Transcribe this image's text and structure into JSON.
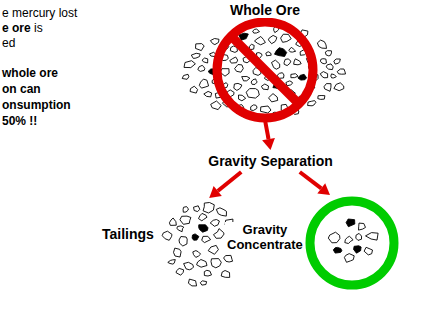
{
  "diagram": {
    "nodes": [
      {
        "text": [
          "Whole Ore"
        ]
      },
      {
        "text": [
          "Gravity Separation"
        ]
      },
      {
        "text": [
          "Tailings"
        ]
      },
      {
        "text": [
          "Gravity Concentrate"
        ]
      }
    ],
    "edges": [
      {
        "from": 0,
        "to": 1,
        "arrow": "to"
      },
      {
        "from": 1,
        "to": 2,
        "arrow": "to"
      },
      {
        "from": 1,
        "to": 3,
        "arrow": "to"
      }
    ],
    "labels": [
      "e mercury lost",
      "e ore",
      "is",
      "ed",
      "whole ore",
      "on can",
      "onsumption",
      "50% !!"
    ]
  }
}
